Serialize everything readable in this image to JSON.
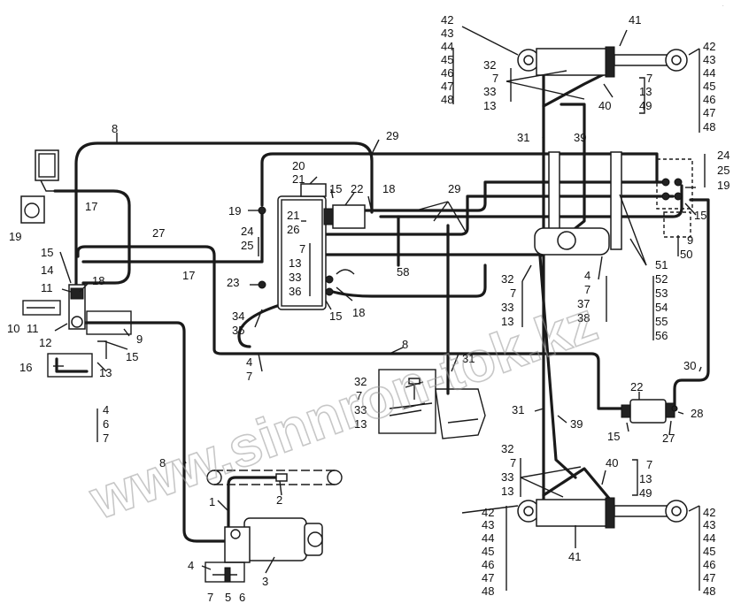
{
  "watermark": "www.sinnron-tok.kz",
  "corner_text": "·",
  "callouts": {
    "c1": "42",
    "c2": "43",
    "c3": "44",
    "c4": "45",
    "c5": "46",
    "c6": "47",
    "c7": "48",
    "c8": "41",
    "c9": "32",
    "c10": "7",
    "c11": "33",
    "c12": "13",
    "c13": "7",
    "c14": "13",
    "c15": "49",
    "c16": "40",
    "c17": "42",
    "c18": "43",
    "c19": "44",
    "c20": "45",
    "c21": "46",
    "c22": "47",
    "c23": "48",
    "c24": "8",
    "c25": "29",
    "c26": "31",
    "c27": "39",
    "c28": "24",
    "c29": "25",
    "c30": "19",
    "c31": "20",
    "c32": "21",
    "c33": "15",
    "c34": "22",
    "c35": "18",
    "c36": "19",
    "c37": "21",
    "c38": "26",
    "c39": "29",
    "c40": "17",
    "c41": "19",
    "c42": "27",
    "c43": "17",
    "c44": "24",
    "c45": "25",
    "c46": "7",
    "c47": "13",
    "c48": "33",
    "c49": "36",
    "c50": "58",
    "c51": "15",
    "c52": "14",
    "c53": "11",
    "c54": "18",
    "c55": "23",
    "c56": "10",
    "c57": "11",
    "c58": "12",
    "c59": "9",
    "c60": "15",
    "c61": "34",
    "c62": "35",
    "c63": "18",
    "c64": "15",
    "c65": "32",
    "c66": "7",
    "c67": "33",
    "c68": "13",
    "c69": "4",
    "c70": "7",
    "c71": "37",
    "c72": "38",
    "c73": "51",
    "c74": "52",
    "c75": "53",
    "c76": "54",
    "c77": "55",
    "c78": "56",
    "c79": "15",
    "c80": "9",
    "c81": "50",
    "c82": "16",
    "c83": "13",
    "c84": "4",
    "c85": "6",
    "c86": "7",
    "c87": "4",
    "c88": "7",
    "c89": "8",
    "c90": "31",
    "c91": "32",
    "c92": "7",
    "c93": "33",
    "c94": "13",
    "c95": "30",
    "c96": "22",
    "c97": "15",
    "c98": "27",
    "c99": "28",
    "c100": "31",
    "c101": "39",
    "c102": "8",
    "c103": "32",
    "c104": "7",
    "c105": "33",
    "c106": "13",
    "c107": "40",
    "c108": "7",
    "c109": "13",
    "c110": "49",
    "c111": "42",
    "c112": "43",
    "c113": "44",
    "c114": "45",
    "c115": "46",
    "c116": "47",
    "c117": "48",
    "c118": "41",
    "c119": "42",
    "c120": "43",
    "c121": "44",
    "c122": "45",
    "c123": "46",
    "c124": "47",
    "c125": "48",
    "c126": "1",
    "c127": "2",
    "c128": "3",
    "c129": "4",
    "c130": "7",
    "c131": "5",
    "c132": "6"
  }
}
